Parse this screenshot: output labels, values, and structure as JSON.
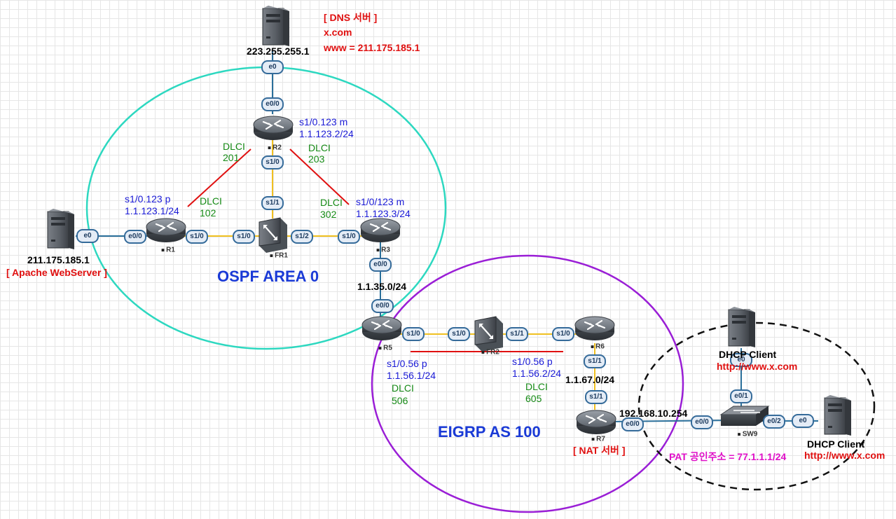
{
  "dns_server": {
    "title": "[ DNS 서버 ]",
    "domain": "x.com",
    "record": "www = 211.175.185.1",
    "ip": "223.255.255.1"
  },
  "web_server": {
    "ip": "211.175.185.1",
    "label": "[ Apache WebServer ]"
  },
  "areas": {
    "ospf": "OSPF AREA 0",
    "eigrp": "EIGRP AS 100"
  },
  "devices": {
    "r1": "R1",
    "r2": "R2",
    "r3": "R3",
    "r5": "R5",
    "r6": "R6",
    "r7": "R7",
    "fr1": "FR1",
    "fr2": "FR2",
    "sw9": "SW9"
  },
  "interfaces": {
    "web_e0": "e0",
    "r1_e00": "e0/0",
    "r1_s10": "s1/0",
    "fr1_s10": "s1/0",
    "fr1_s11": "s1/1",
    "fr1_s12": "s1/2",
    "r3_s10": "s1/0",
    "r3_e00": "e0/0",
    "r2_s10": "s1/0",
    "r2_e00": "e0/0",
    "dns_e0": "e0",
    "r5_e00": "e0/0",
    "r5_s10": "s1/0",
    "fr2_s10": "s1/0",
    "fr2_s11": "s1/1",
    "r6_s10": "s1/0",
    "r6_s11": "s1/1",
    "r7_s11": "s1/1",
    "r7_e00": "e0/0",
    "sw9_e00": "e0/0",
    "sw9_e01": "e0/1",
    "sw9_e02": "e0/2",
    "client1_e0": "e0",
    "client2_e0": "e0"
  },
  "labels": {
    "r2_s1": "s1/0.123 m",
    "r2_ip": "1.1.123.2/24",
    "r1_s1": "s1/0.123 p",
    "r1_ip": "1.1.123.1/24",
    "r3_s1": "s1/0/123 m",
    "r3_ip": "1.1.123.3/24",
    "dlci_201": [
      "DLCI",
      "201"
    ],
    "dlci_203": [
      "DLCI",
      "203"
    ],
    "dlci_102": [
      "DLCI",
      "102"
    ],
    "dlci_302": [
      "DLCI",
      "302"
    ],
    "net_35": "1.1.35.0/24",
    "r5_s1": "s1/0.56 p",
    "r5_ip": "1.1.56.1/24",
    "r6_s1": "s1/0.56 p",
    "r6_ip": "1.1.56.2/24",
    "dlci_506": [
      "DLCI",
      "506"
    ],
    "dlci_605": [
      "DLCI",
      "605"
    ],
    "net_67": "1.1.67.0/24",
    "lan_gw": "192.168.10.254",
    "nat_label": "[ NAT 서버 ]",
    "pat_label": "PAT 공인주소 = 77.1.1.1/24"
  },
  "clients": {
    "c1_title": "DHCP Client",
    "c1_url": "http://www.x.com",
    "c2_title": "DHCP Client",
    "c2_url": "http://www.x.com"
  },
  "colors": {
    "ospf_ring": "#2dd8c0",
    "eigrp_ring": "#9a1ed6",
    "ethernet_link": "#2a6f9a",
    "serial_link": "#f0c020",
    "pvc_line": "#e01010"
  }
}
